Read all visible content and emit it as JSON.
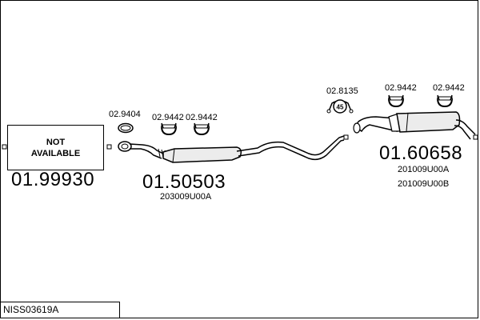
{
  "header_parts": {
    "clamp_1": "02.9404",
    "clamp_2": "02.9442",
    "clamp_3": "02.9442",
    "mount_1": "02.8135",
    "clamp_4": "02.9442",
    "clamp_5": "02.9442"
  },
  "front_section": {
    "line1": "NOT",
    "line2": "AVAILABLE",
    "part_number": "01.99930"
  },
  "middle_section": {
    "part_number": "01.50503",
    "oem_code": "203009U00A"
  },
  "rear_section": {
    "part_number": "01.60658",
    "oem_code_1": "201009U00A",
    "oem_code_2": "201009U00B"
  },
  "mount_badge": "45",
  "footer": {
    "model_code": "NISS03619A"
  },
  "colors": {
    "line": "#000000",
    "background": "#ffffff",
    "part_fill": "#e8e8e8"
  }
}
